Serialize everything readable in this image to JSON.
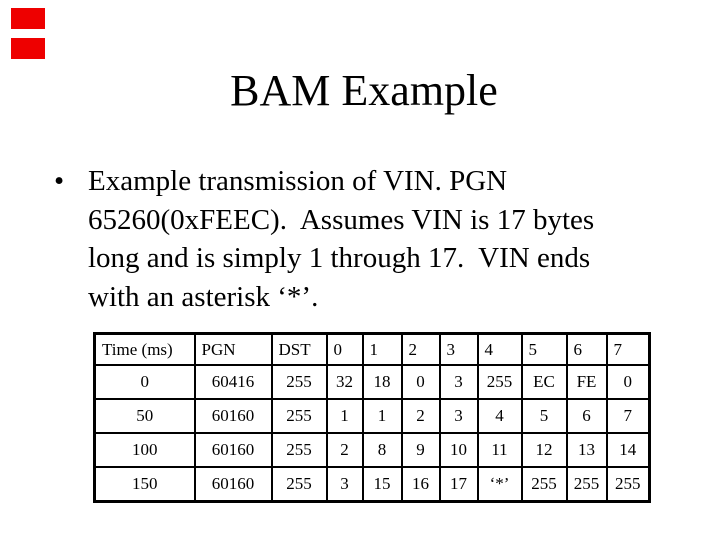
{
  "slide": {
    "title": "BAM Example",
    "accent_color": "#ee0000",
    "background_color": "#ffffff",
    "text_color": "#000000"
  },
  "bullet": {
    "marker": "•",
    "lines": [
      "Example transmission of VIN. PGN",
      "65260(0xFEEC).  Assumes VIN is 17 bytes",
      "long and is simply 1 through 17.  VIN ends",
      "with an asterisk ‘*’."
    ]
  },
  "table": {
    "columns": [
      "Time (ms)",
      "PGN",
      "DST",
      "0",
      "1",
      "2",
      "3",
      "4",
      "5",
      "6",
      "7"
    ],
    "rows": [
      [
        "0",
        "60416",
        "255",
        "32",
        "18",
        "0",
        "3",
        "255",
        "EC",
        "FE",
        "0"
      ],
      [
        "50",
        "60160",
        "255",
        "1",
        "1",
        "2",
        "3",
        "4",
        "5",
        "6",
        "7"
      ],
      [
        "100",
        "60160",
        "255",
        "2",
        "8",
        "9",
        "10",
        "11",
        "12",
        "13",
        "14"
      ],
      [
        "150",
        "60160",
        "255",
        "3",
        "15",
        "16",
        "17",
        "‘*’",
        "255",
        "255",
        "255"
      ]
    ]
  }
}
